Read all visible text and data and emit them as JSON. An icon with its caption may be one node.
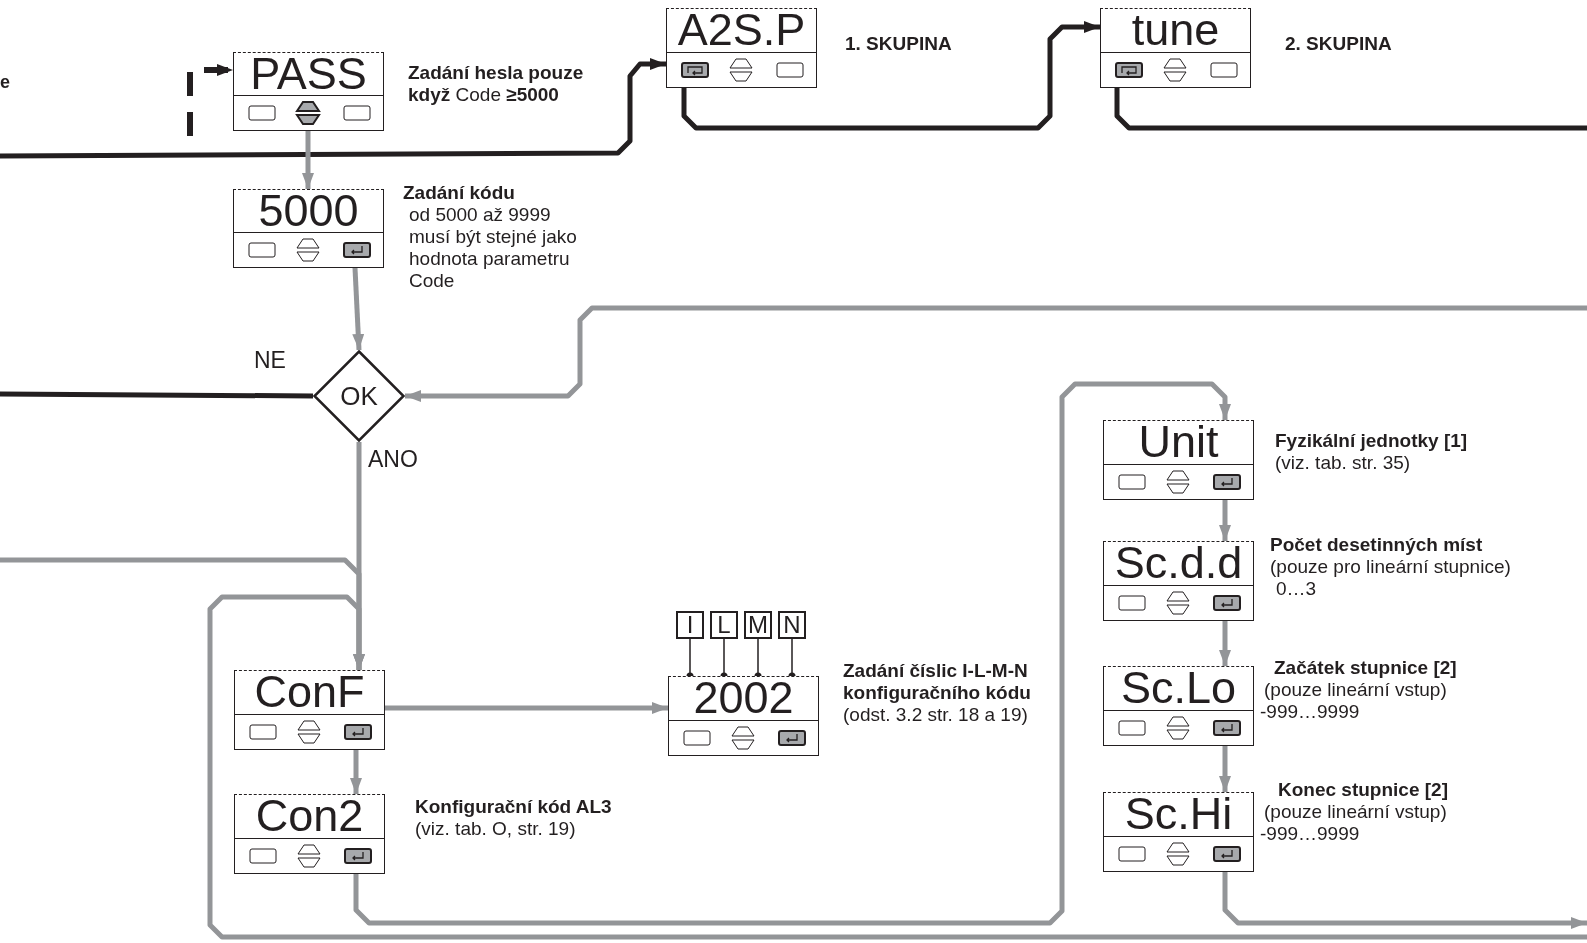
{
  "diagram": {
    "nodes": [
      {
        "text": [
          "PASS"
        ],
        "beside": [
          "**Zadání hesla pouze když** Code **≥5000**"
        ]
      },
      {
        "text": [
          "5000"
        ],
        "beside": [
          "Zadání kódu",
          "od 5000 až 9999 musí být stejné jako hodnota parametru Code"
        ]
      },
      {
        "text": [
          "OK"
        ]
      },
      {
        "text": [
          "A2S.P"
        ],
        "beside": [
          "1. SKUPINA"
        ]
      },
      {
        "text": [
          "tune"
        ],
        "beside": [
          "2. SKUPINA"
        ]
      },
      {
        "text": [
          "ConF"
        ]
      },
      {
        "text": [
          "Con2"
        ],
        "beside": [
          "Konfigurační kód AL3",
          "(viz. tab. O, str. 19)"
        ]
      },
      {
        "text": [
          "2002"
        ],
        "beside": [
          "Zadání číslic I-L-M-N konfiguračního kódu",
          "(odst. 3.2 str. 18 a 19)"
        ]
      },
      {
        "text": [
          "Unit"
        ],
        "beside": [
          "Fyzikální jednotky [1]",
          "(viz. tab. str. 35)"
        ]
      },
      {
        "text": [
          "Sc.d.d"
        ],
        "beside": [
          "Počet desetinných míst",
          "(pouze pro lineární stupnice)",
          "0…3"
        ]
      },
      {
        "text": [
          "Sc.Lo"
        ],
        "beside": [
          "Začátek stupnice  [2]",
          "(pouze lineární vstup)",
          "-999…9999"
        ]
      },
      {
        "text": [
          "Sc.Hi"
        ],
        "beside": [
          "Konec stupnice [2]",
          "(pouze lineární vstup)",
          "-999…9999"
        ]
      },
      {
        "text": [
          "I"
        ]
      },
      {
        "text": [
          "L"
        ]
      },
      {
        "text": [
          "M"
        ]
      },
      {
        "text": [
          "N"
        ]
      }
    ],
    "edges": [
      {
        "from": null,
        "to": 0,
        "arrow": "to",
        "style": "dashed",
        "color": "#231f20"
      },
      {
        "from": null,
        "to": 3,
        "arrow": "to",
        "color": "#231f20"
      },
      {
        "from": 0,
        "to": 1,
        "arrow": "to"
      },
      {
        "from": 1,
        "to": 2,
        "arrow": "to"
      },
      {
        "from": 2,
        "to": null,
        "arrow": "none",
        "label": "NE",
        "color": "#231f20"
      },
      {
        "from": null,
        "to": 2,
        "arrow": "to"
      },
      {
        "from": 2,
        "to": 5,
        "arrow": "to",
        "label": "ANO"
      },
      {
        "from": null,
        "to": 5,
        "arrow": "to"
      },
      {
        "from": 6,
        "to": 8,
        "arrow": "to"
      },
      {
        "from": null,
        "to": 5,
        "arrow": "to"
      },
      {
        "from": 11,
        "to": null,
        "arrow": "to"
      },
      {
        "from": 5,
        "to": 7,
        "arrow": "to"
      },
      {
        "from": 5,
        "to": 6,
        "arrow": "to"
      },
      {
        "from": 8,
        "to": 9,
        "arrow": "to"
      },
      {
        "from": 9,
        "to": 10,
        "arrow": "to"
      },
      {
        "from": 10,
        "to": 11,
        "arrow": "to"
      },
      {
        "from": 3,
        "to": 4,
        "arrow": "to",
        "color": "#231f20"
      },
      {
        "from": 4,
        "to": null,
        "arrow": "none",
        "color": "#231f20"
      },
      {
        "from": 12,
        "to": 7,
        "arrow": "other",
        "color": "#231f20"
      },
      {
        "from": 13,
        "to": 7,
        "arrow": "other",
        "color": "#231f20"
      },
      {
        "from": 14,
        "to": 7,
        "arrow": "other",
        "color": "#231f20"
      },
      {
        "from": 15,
        "to": 7,
        "arrow": "other",
        "color": "#231f20"
      }
    ],
    "labels": [
      "e"
    ]
  }
}
